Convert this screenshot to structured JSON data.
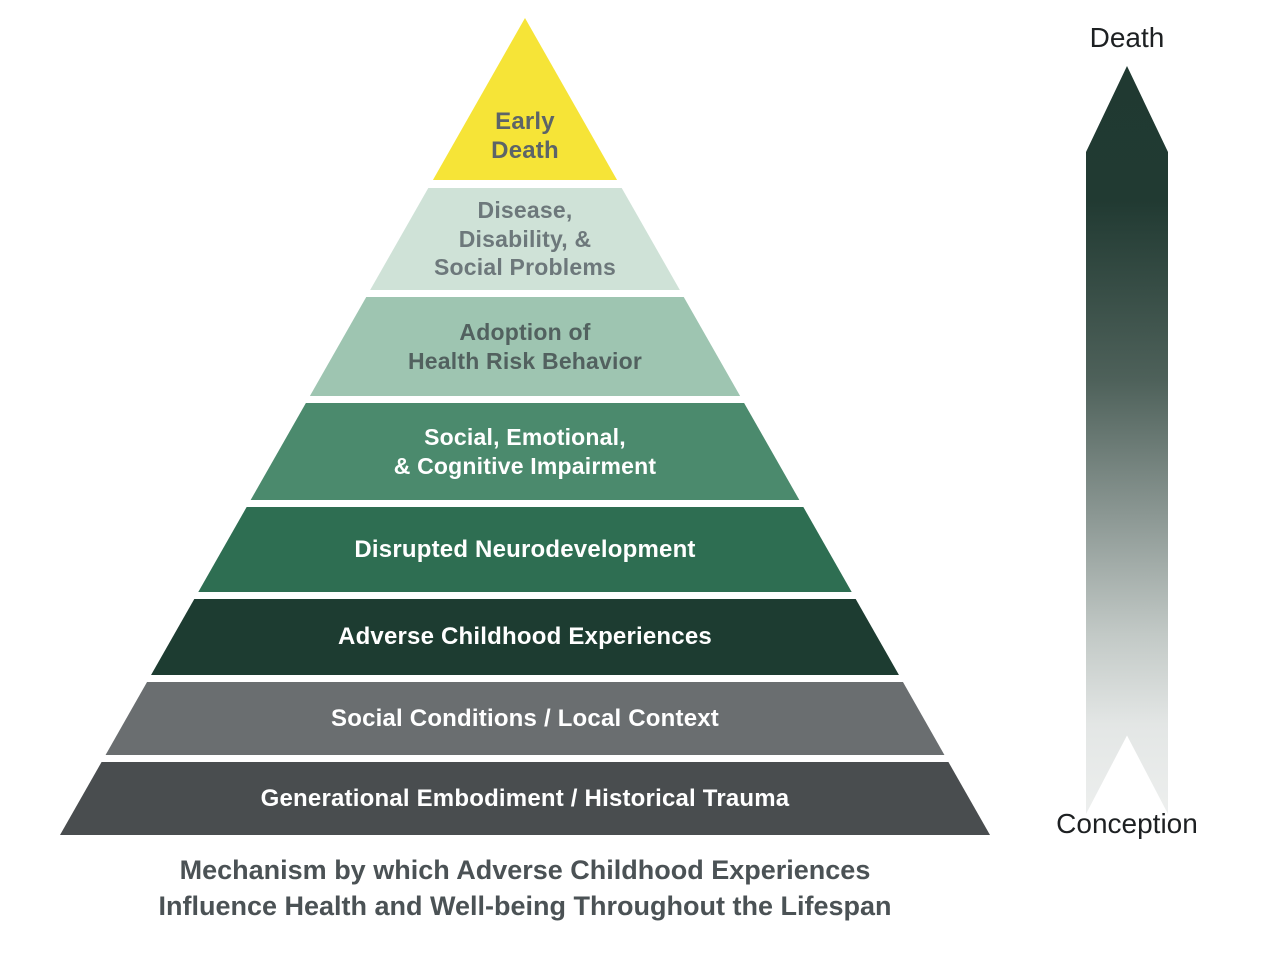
{
  "pyramid": {
    "layers": [
      {
        "label": "Early\nDeath",
        "color": "#f6e437",
        "text_color": "#5c6468"
      },
      {
        "label": "Disease,\nDisability, &\nSocial Problems",
        "color": "#cfe2d7",
        "text_color": "#6d787b"
      },
      {
        "label": "Adoption of\nHealth Risk Behavior",
        "color": "#9ec5b1",
        "text_color": "#52615f"
      },
      {
        "label": "Social, Emotional,\n& Cognitive Impairment",
        "color": "#4b8a6d",
        "text_color": "#ffffff"
      },
      {
        "label": "Disrupted Neurodevelopment",
        "color": "#2e6e52",
        "text_color": "#ffffff"
      },
      {
        "label": "Adverse Childhood Experiences",
        "color": "#1d3c31",
        "text_color": "#ffffff"
      },
      {
        "label": "Social Conditions / Local Context",
        "color": "#6a6e70",
        "text_color": "#ffffff"
      },
      {
        "label": "Generational Embodiment / Historical Trauma",
        "color": "#494d4f",
        "text_color": "#ffffff"
      }
    ]
  },
  "caption": {
    "text": "Mechanism by which Adverse Childhood Experiences\nInfluence Health and Well-being Throughout the Lifespan"
  },
  "arrow": {
    "top_label": "Death",
    "bottom_label": "Conception",
    "gradient_stops": [
      "#203931 0%",
      "#213a32 18%",
      "#4e615a 42%",
      "#8b9793 60%",
      "#c2c9c6 76%",
      "#e3e6e5 88%",
      "#edefee 100%"
    ]
  }
}
